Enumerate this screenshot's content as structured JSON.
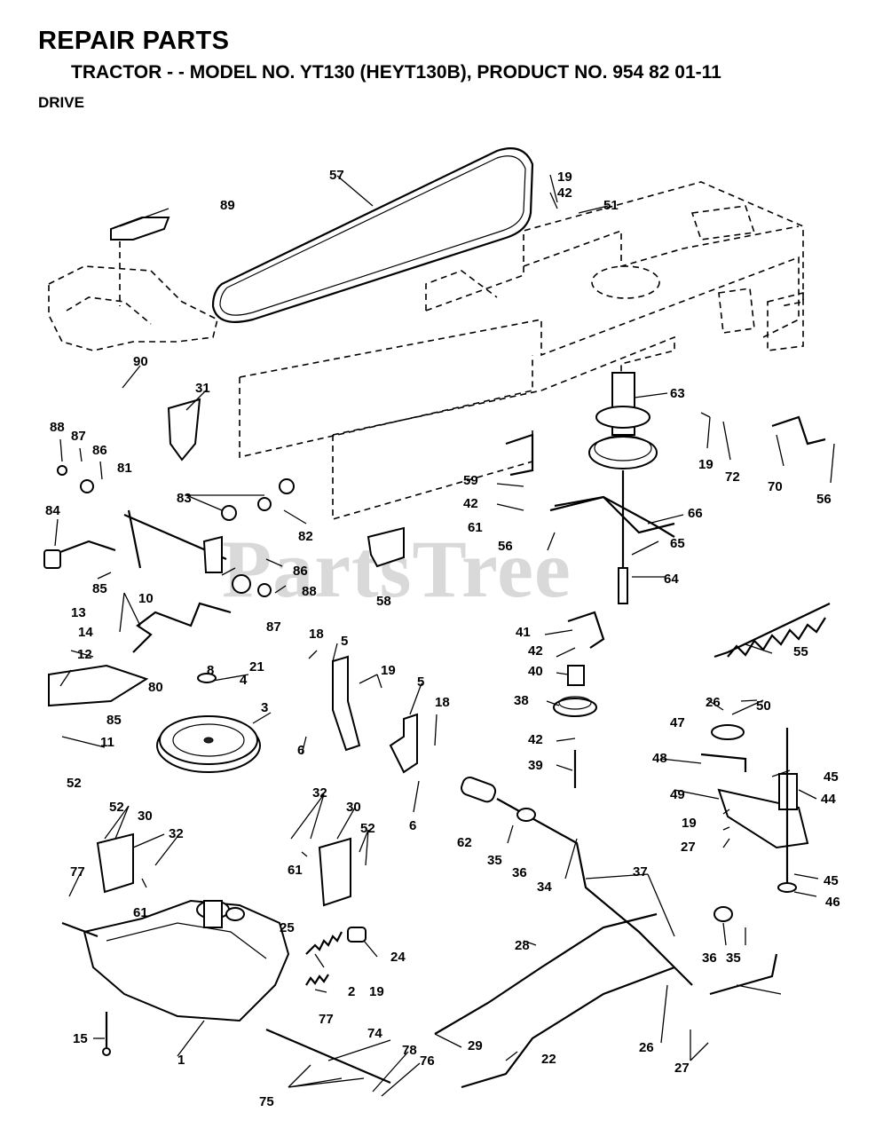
{
  "header": {
    "title": "REPAIR PARTS",
    "subtitle": "TRACTOR - - MODEL NO. YT130 (HEYT130B), PRODUCT NO. 954 82 01-11",
    "section": "DRIVE"
  },
  "watermark": "PartsTree",
  "callouts": [
    "1",
    "2",
    "3",
    "4",
    "5",
    "5",
    "6",
    "6",
    "8",
    "10",
    "11",
    "12",
    "13",
    "14",
    "15",
    "18",
    "18",
    "19",
    "19",
    "19",
    "19",
    "19",
    "21",
    "22",
    "24",
    "25",
    "26",
    "26",
    "27",
    "27",
    "28",
    "29",
    "30",
    "30",
    "31",
    "32",
    "32",
    "34",
    "35",
    "35",
    "36",
    "36",
    "37",
    "38",
    "39",
    "40",
    "41",
    "42",
    "42",
    "42",
    "42",
    "44",
    "45",
    "45",
    "46",
    "47",
    "48",
    "49",
    "50",
    "51",
    "52",
    "52",
    "52",
    "55",
    "56",
    "56",
    "57",
    "58",
    "59",
    "61",
    "61",
    "61",
    "62",
    "63",
    "64",
    "65",
    "66",
    "70",
    "72",
    "74",
    "75",
    "76",
    "77",
    "77",
    "78",
    "80",
    "81",
    "82",
    "83",
    "84",
    "85",
    "85",
    "86",
    "86",
    "87",
    "87",
    "88",
    "88",
    "89",
    "90"
  ]
}
